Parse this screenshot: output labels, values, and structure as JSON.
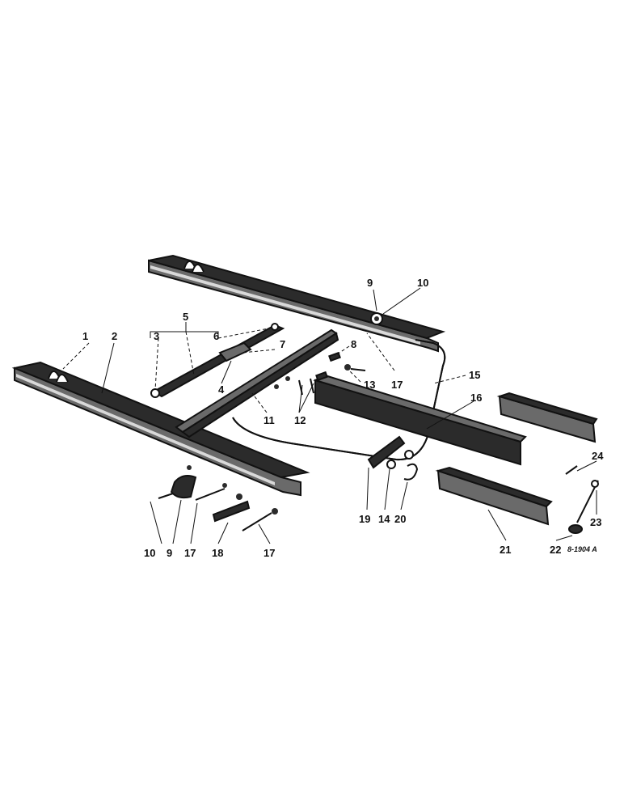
{
  "diagram": {
    "callouts": [
      "1",
      "2",
      "3",
      "4",
      "5",
      "6",
      "7",
      "8",
      "9",
      "10",
      "11",
      "12",
      "13",
      "14",
      "15",
      "16",
      "17",
      "18",
      "19",
      "20",
      "21",
      "22",
      "23",
      "24"
    ],
    "bottom_labels": {
      "a": "10",
      "b": "9",
      "c": "17",
      "d": "18",
      "e": "17",
      "f": "19",
      "g": "14",
      "h": "20",
      "i": "21",
      "j": "22",
      "k": "23"
    },
    "top_labels": {
      "a": "9",
      "b": "10",
      "c": "17"
    },
    "drawing_code": "8-1904 A"
  }
}
